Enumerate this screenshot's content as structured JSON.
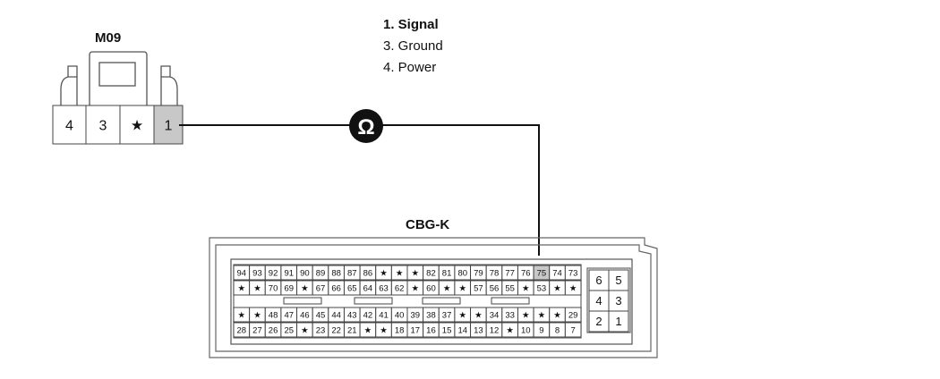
{
  "legend": {
    "items": [
      "1. Signal",
      "3. Ground",
      "4. Power"
    ]
  },
  "connector_m09": {
    "name": "M09",
    "pins": [
      "4",
      "3",
      "★",
      "1"
    ],
    "highlighted_pin": "1"
  },
  "meter": {
    "symbol": "Ω",
    "icon": "ohmmeter-icon"
  },
  "connector_cbgk": {
    "name": "CBG-K",
    "highlighted_pin": "75",
    "main_block": {
      "row1": [
        "94",
        "93",
        "92",
        "91",
        "90",
        "89",
        "88",
        "87",
        "86",
        "★",
        "★",
        "★",
        "82",
        "81",
        "80",
        "79",
        "78",
        "77",
        "76",
        "75",
        "74",
        "73"
      ],
      "row2": [
        "★",
        "★",
        "70",
        "69",
        "★",
        "67",
        "66",
        "65",
        "64",
        "63",
        "62",
        "★",
        "60",
        "★",
        "★",
        "57",
        "56",
        "55",
        "★",
        "53",
        "★",
        "★"
      ],
      "row3": [
        "★",
        "★",
        "48",
        "47",
        "46",
        "45",
        "44",
        "43",
        "42",
        "41",
        "40",
        "39",
        "38",
        "37",
        "★",
        "★",
        "34",
        "33",
        "★",
        "★",
        "★",
        "29"
      ],
      "row4": [
        "28",
        "27",
        "26",
        "25",
        "★",
        "23",
        "22",
        "21",
        "★",
        "★",
        "18",
        "17",
        "16",
        "15",
        "14",
        "13",
        "12",
        "★",
        "10",
        "9",
        "8",
        "7"
      ]
    },
    "side_block": [
      [
        "6",
        "5"
      ],
      [
        "4",
        "3"
      ],
      [
        "2",
        "1"
      ]
    ]
  },
  "colors": {
    "line": "#111111",
    "highlight": "#c8c8c8",
    "outline": "#555555"
  }
}
